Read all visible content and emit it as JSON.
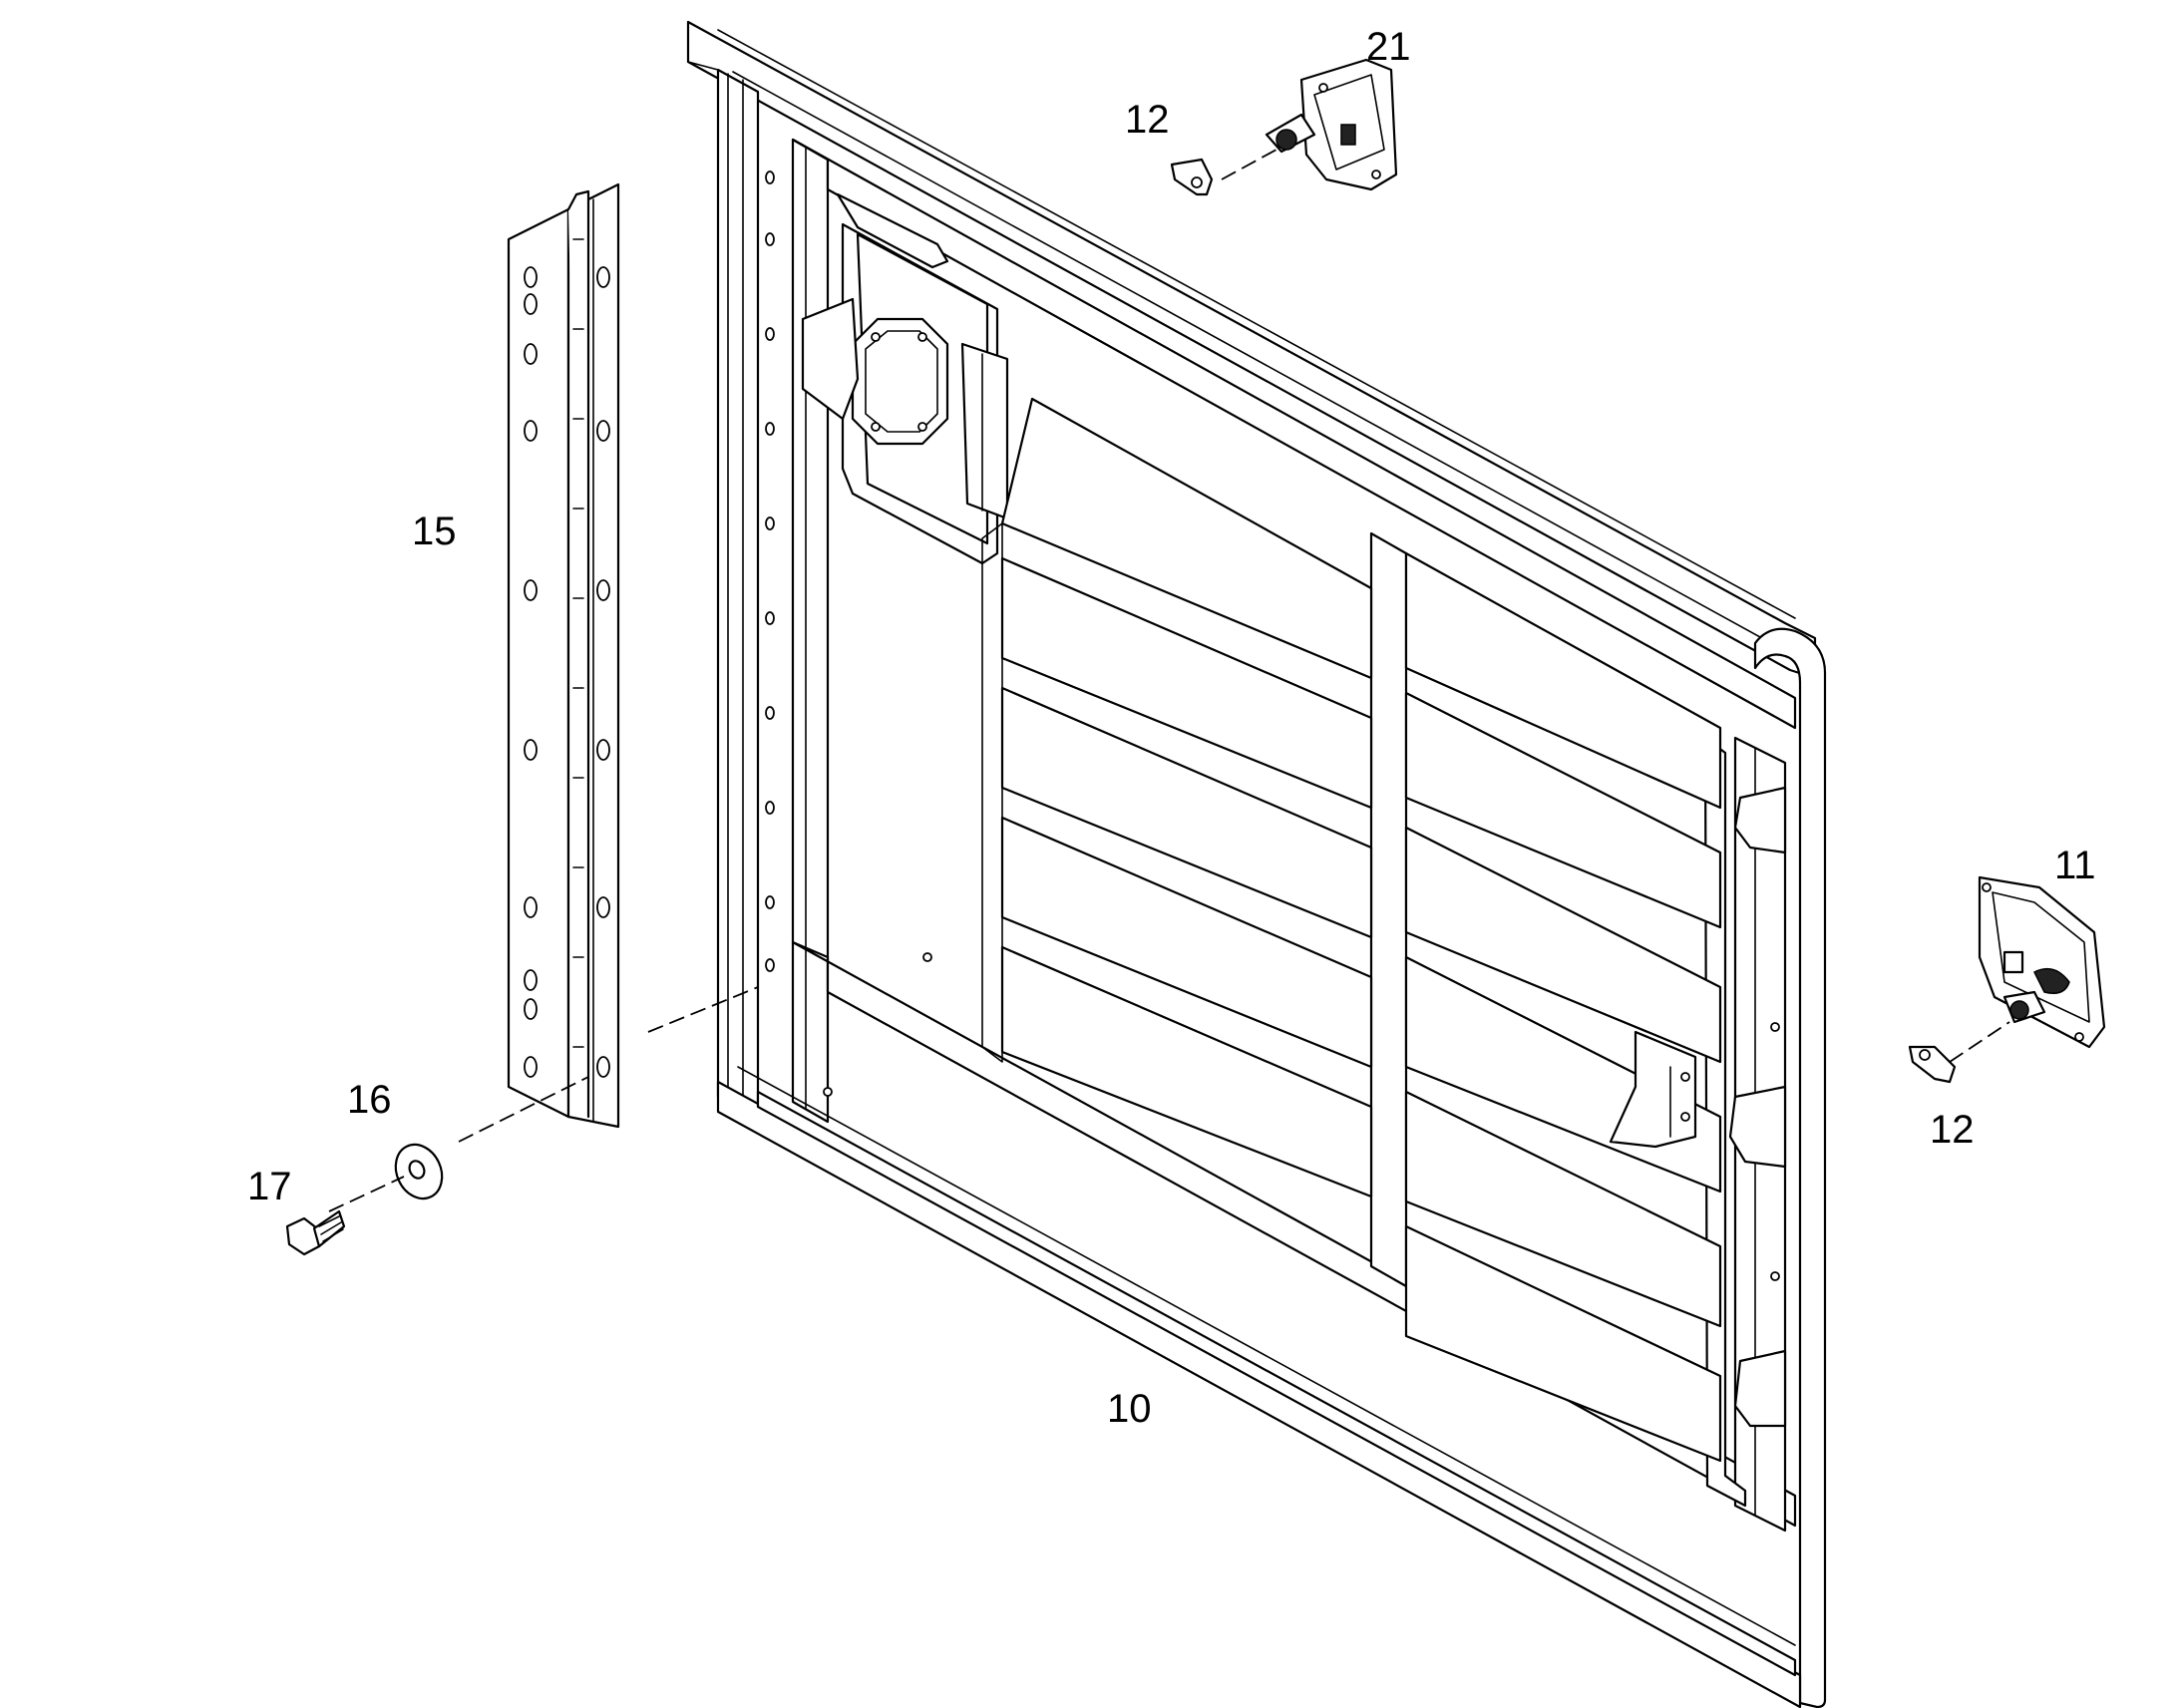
{
  "callouts": {
    "c10": "10",
    "c11": "11",
    "c12a": "12",
    "c12b": "12",
    "c15": "15",
    "c16": "16",
    "c17": "17",
    "c21": "21"
  },
  "colors": {
    "line": "#000000",
    "background": "#ffffff"
  }
}
